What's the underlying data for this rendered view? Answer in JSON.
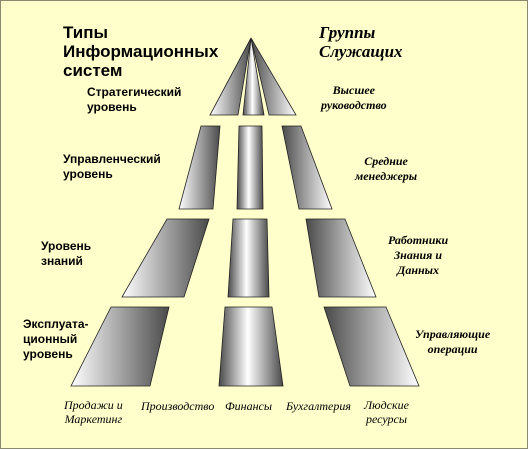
{
  "header": {
    "types_title": "Типы\nИнформационных\nсистем",
    "groups_title": "Группы\nСлужащих"
  },
  "levels": [
    {
      "label": "Стратегический\nуровень",
      "group": "Высшее\nруководство"
    },
    {
      "label": "Управленческий\nуровень",
      "group": "Средние\nменеджеры"
    },
    {
      "label": "Уровень\nзнаний",
      "group": "Работники\nЗнания и\nДанных"
    },
    {
      "label": "Эксплуата-\nционный\nуровень",
      "group": "Управляющие\nоперации"
    }
  ],
  "functions": [
    "Продажи и\nМаркетинг",
    "Производство",
    "Финансы",
    "Бухгалтерия",
    "Людские\nресурсы"
  ],
  "colors": {
    "background": "#ffffcc",
    "border": "#8a8a70",
    "gradient_dark": "#4a4a4a",
    "gradient_light": "#ffffff"
  }
}
